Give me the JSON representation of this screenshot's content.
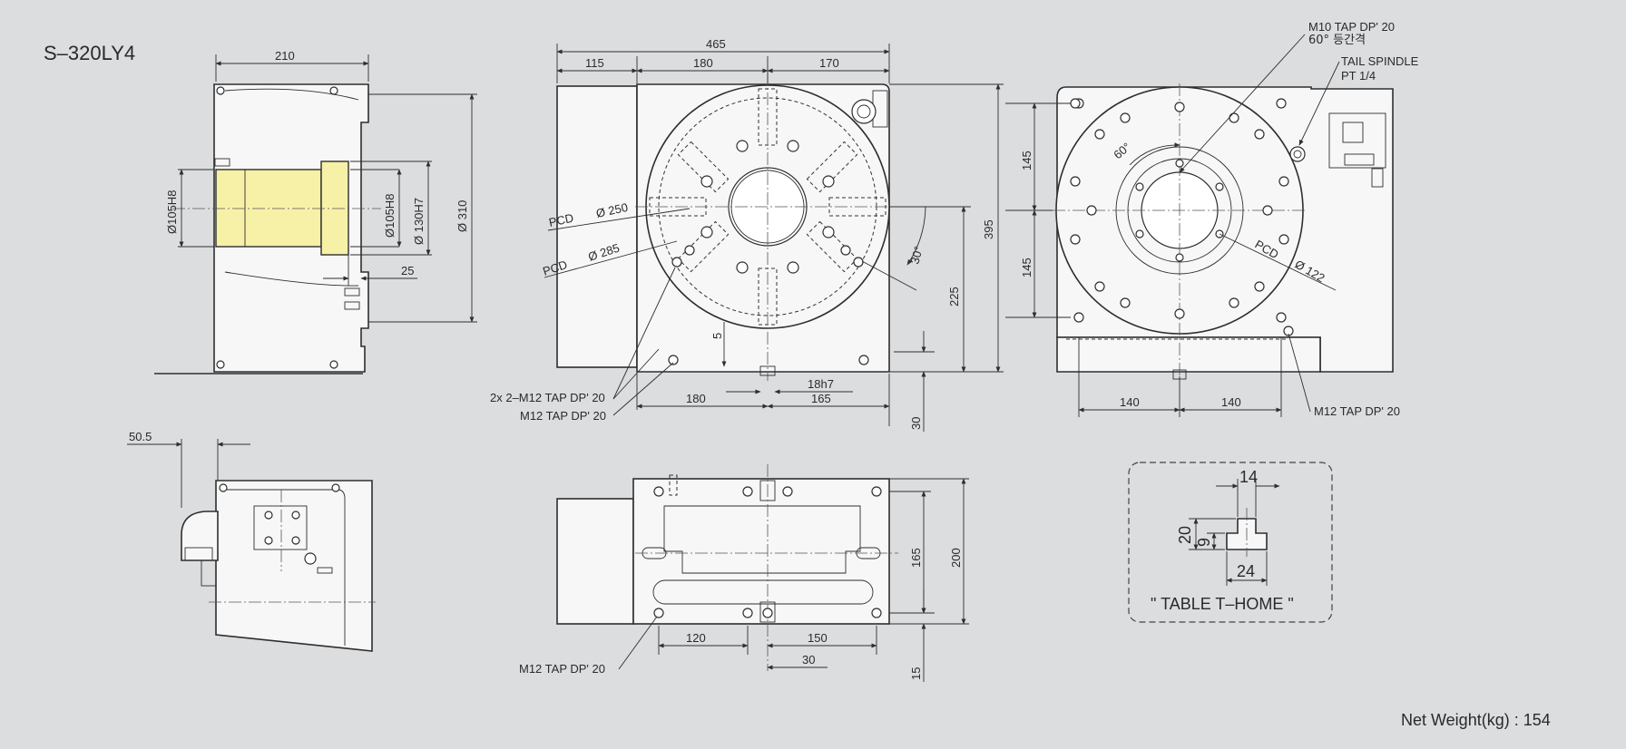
{
  "title": "S–320LY4",
  "weight": "Net Weight(kg) : 154",
  "colors": {
    "background": "#dcdddf",
    "highlight": "#f7f1a8",
    "line": "#2e2e2e"
  },
  "side_view": {
    "width_210": "210",
    "d105_left": "Ø105H8",
    "d105_right": "Ø105H8",
    "d130": "Ø 130H7",
    "d310": "Ø 310",
    "dim25": "25"
  },
  "front_view": {
    "w465": "465",
    "w115": "115",
    "w180": "180",
    "w170": "170",
    "h395": "395",
    "h225": "225",
    "pcd": "PCD",
    "d250": "Ø 250",
    "pcd2": "PCD",
    "d285": "Ø 285",
    "ang30": "30°",
    "dim5": "5",
    "slot18": "18h7",
    "b180": "180",
    "b165": "165",
    "h30": "30",
    "tap2x": "2x 2–M12 TAP DP' 20",
    "tap1": "M12 TAP DP' 20"
  },
  "right_view": {
    "m10": "M10 TAP DP' 20",
    "deg60": "60° 등간격",
    "tail": "TAIL SPINDLE",
    "pt": "PT 1/4",
    "h145a": "145",
    "h145b": "145",
    "ang60": "60°",
    "pcd": "PCD",
    "d122": "Ø 122",
    "w140a": "140",
    "w140b": "140",
    "tap": "M12 TAP DP' 20"
  },
  "bottom_left": {
    "dim50_5": "50.5"
  },
  "bottom_view": {
    "h165": "165",
    "h200": "200",
    "w120": "120",
    "w150": "150",
    "w30": "30",
    "h15": "15",
    "tap": "M12 TAP DP' 20"
  },
  "t_home": {
    "w14": "14",
    "h20": "20",
    "h9": "9",
    "w24": "24",
    "caption": "\" TABLE T–HOME \""
  }
}
